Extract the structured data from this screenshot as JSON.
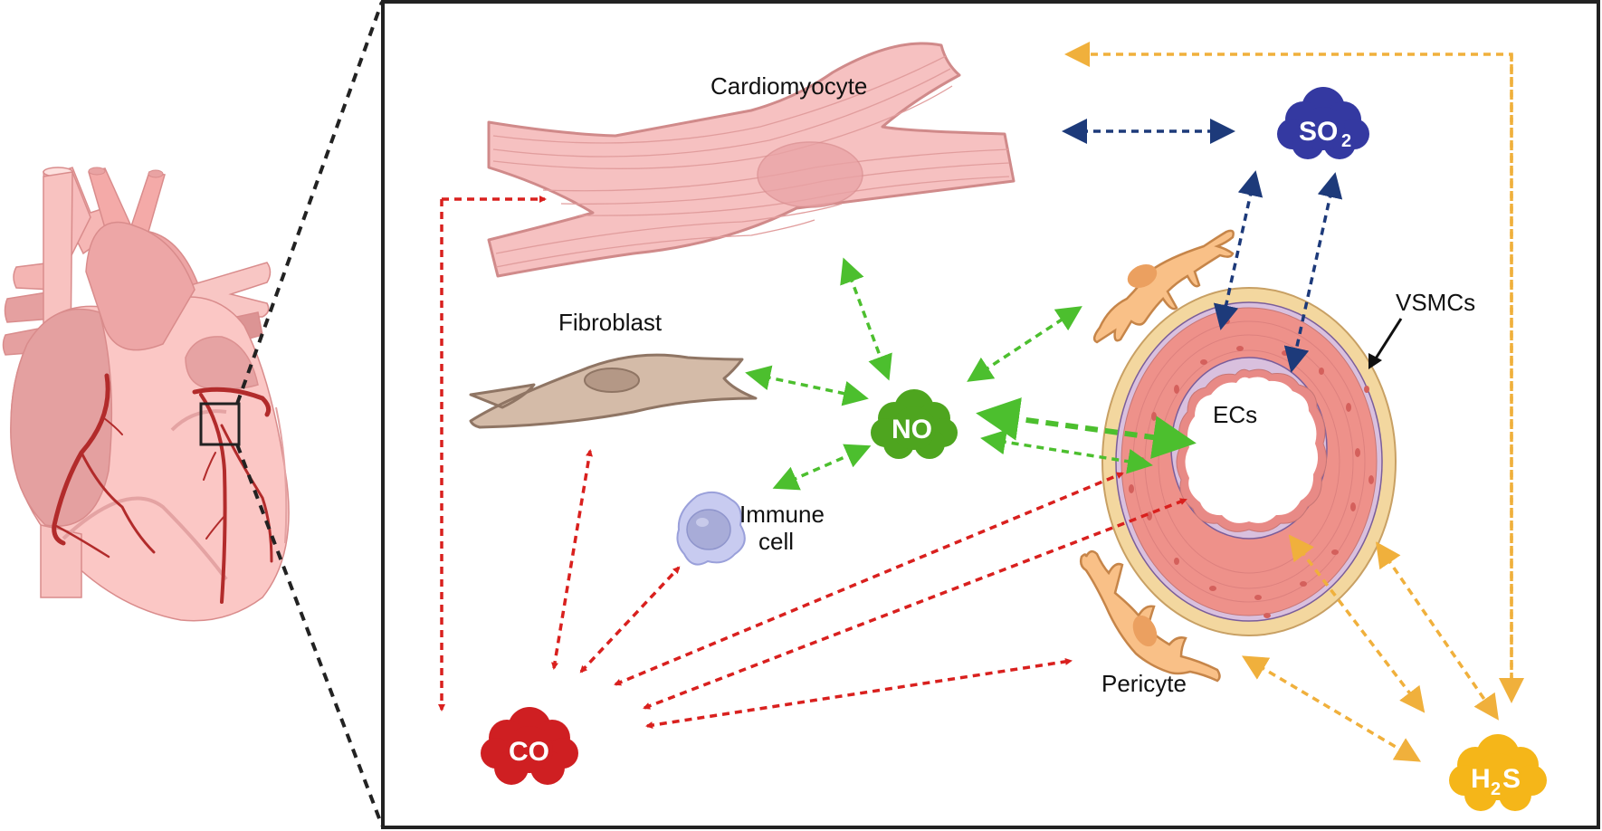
{
  "labels": {
    "cardiomyocyte": "Cardiomyocyte",
    "fibroblast": "Fibroblast",
    "immune_line1": "Immune",
    "immune_line2": "cell",
    "vsmcs": "VSMCs",
    "ecs": "ECs",
    "pericyte": "Pericyte"
  },
  "gases": {
    "so2": {
      "main": "SO",
      "sub": "2",
      "color": "#3439a1"
    },
    "no": {
      "main": "NO",
      "color": "#4ea51f"
    },
    "co": {
      "main": "CO",
      "color": "#cf1f22"
    },
    "h2s": {
      "main_a": "H",
      "sub": "2",
      "main_b": "S",
      "color": "#f5b619"
    }
  },
  "arrow_colors": {
    "co": "#d9201e",
    "no": "#4cbf2e",
    "so2": "#1d3a7a",
    "h2s": "#f0b03c"
  },
  "connections": [
    {
      "gas": "CO",
      "to": "Cardiomyocyte"
    },
    {
      "gas": "CO",
      "to": "Fibroblast"
    },
    {
      "gas": "CO",
      "to": "Immune cell"
    },
    {
      "gas": "CO",
      "to": "VSMCs"
    },
    {
      "gas": "CO",
      "to": "ECs"
    },
    {
      "gas": "CO",
      "to": "Pericyte"
    },
    {
      "gas": "NO",
      "to": "Cardiomyocyte"
    },
    {
      "gas": "NO",
      "to": "Fibroblast"
    },
    {
      "gas": "NO",
      "to": "Immune cell"
    },
    {
      "gas": "NO",
      "to": "Pericyte"
    },
    {
      "gas": "NO",
      "to": "ECs"
    },
    {
      "gas": "NO",
      "to": "VSMCs"
    },
    {
      "gas": "SO2",
      "to": "Cardiomyocyte"
    },
    {
      "gas": "SO2",
      "to": "VSMCs"
    },
    {
      "gas": "SO2",
      "to": "ECs"
    },
    {
      "gas": "H2S",
      "to": "Cardiomyocyte"
    },
    {
      "gas": "H2S",
      "to": "ECs"
    },
    {
      "gas": "H2S",
      "to": "VSMCs"
    },
    {
      "gas": "H2S",
      "to": "Pericyte"
    }
  ]
}
